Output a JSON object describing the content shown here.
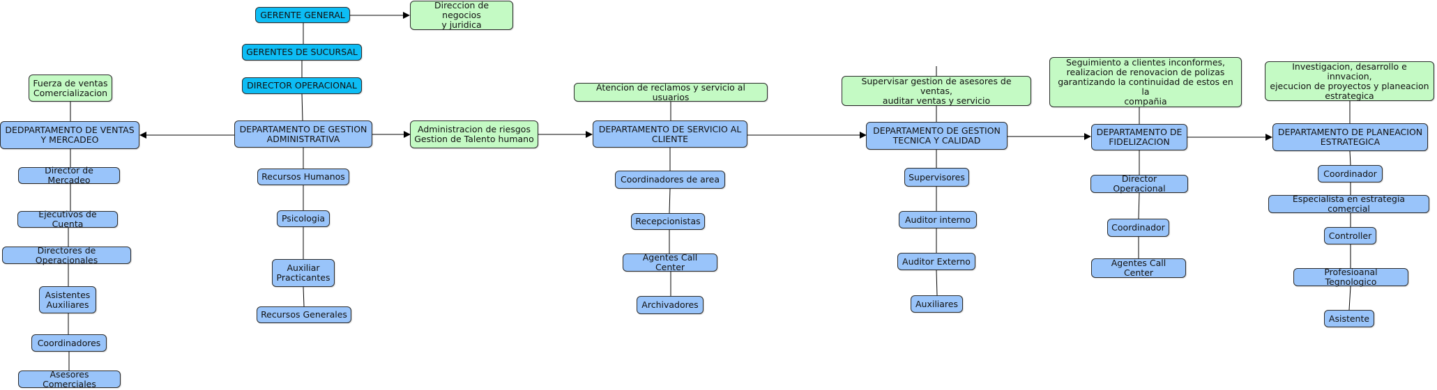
{
  "nodes": {
    "gerente_general": "GERENTE GENERAL",
    "direccion_negocios": "Direccion de negocios\ny juridica",
    "gerentes_sucursal": "GERENTES DE SUCURSAL",
    "director_operacional_top": "DIRECTOR OPERACIONAL",
    "depto_gestion_adm": "DEPARTAMENTO DE GESTION\nADMINISTRATIVA",
    "recursos_humanos": "Recursos Humanos",
    "psicologia": "Psicologia",
    "auxiliar_practicantes": "Auxiliar\nPracticantes",
    "recursos_generales": "Recursos Generales",
    "fuerza_ventas": "Fuerza de ventas\nComercializacion",
    "depto_ventas": "DEDPARTAMENTO DE VENTAS\nY MERCADEO",
    "director_mercadeo": "Director de Mercadeo",
    "ejecutivos_cuenta": "Ejecutivos de Cuenta",
    "directores_operacionales": "Directores de Operacionales",
    "asistentes_auxiliares": "Asistentes\nAuxiliares",
    "coordinadores": "Coordinadores",
    "asesores_comerciales": "Asesores Comerciales",
    "admin_riesgos": "Administracion de riesgos\nGestion de Talento humano",
    "atencion_reclamos": "Atencion de reclamos y servicio al usuarios",
    "depto_servicio": "DEPARTAMENTO DE SERVICIO AL\nCLIENTE",
    "coordinadores_area": "Coordinadores de area",
    "recepcionistas": "Recepcionistas",
    "agentes_cc_1": "Agentes Call Center",
    "archivadores": "Archivadores",
    "supervisar_gestion": "Supervisar gestion de asesores de ventas,\nauditar ventas y servicio",
    "depto_tecnica": "DEPARTAMENTO DE GESTION\nTECNICA Y CALIDAD",
    "supervisores": "Supervisores",
    "auditor_interno": "Auditor interno",
    "auditor_externo": "Auditor Externo",
    "auxiliares": "Auxiliares",
    "seguimiento_clientes": "Seguimiento a clientes inconformes,\nrealizacion de renovacion de polizas\ngarantizando la continuidad de estos en la\ncompañia",
    "depto_fidelizacion": "DEPARTAMENTO DE\nFIDELIZACION",
    "director_operacional_fid": "Director Operacional",
    "coordinador_fid": "Coordinador",
    "agentes_cc_2": "Agentes Call Center",
    "investigacion": "Investigacion, desarrollo e innvacion,\nejecucion de proyectos y planeacion\nestrategica",
    "depto_planeacion": "DEPARTAMENTO DE PLANEACION\nESTRATEGICA",
    "coordinador_plan": "Coordinador",
    "especialista": "Especialista en estrategia comercial",
    "controller": "Controller",
    "profesional_tec": "Profesioanal Tegnologico",
    "asistente": "Asistente"
  },
  "colors": {
    "level1": "#0dbdf5",
    "department": "#99c4fa",
    "function": "#c4fac4",
    "connector": "#000000"
  }
}
